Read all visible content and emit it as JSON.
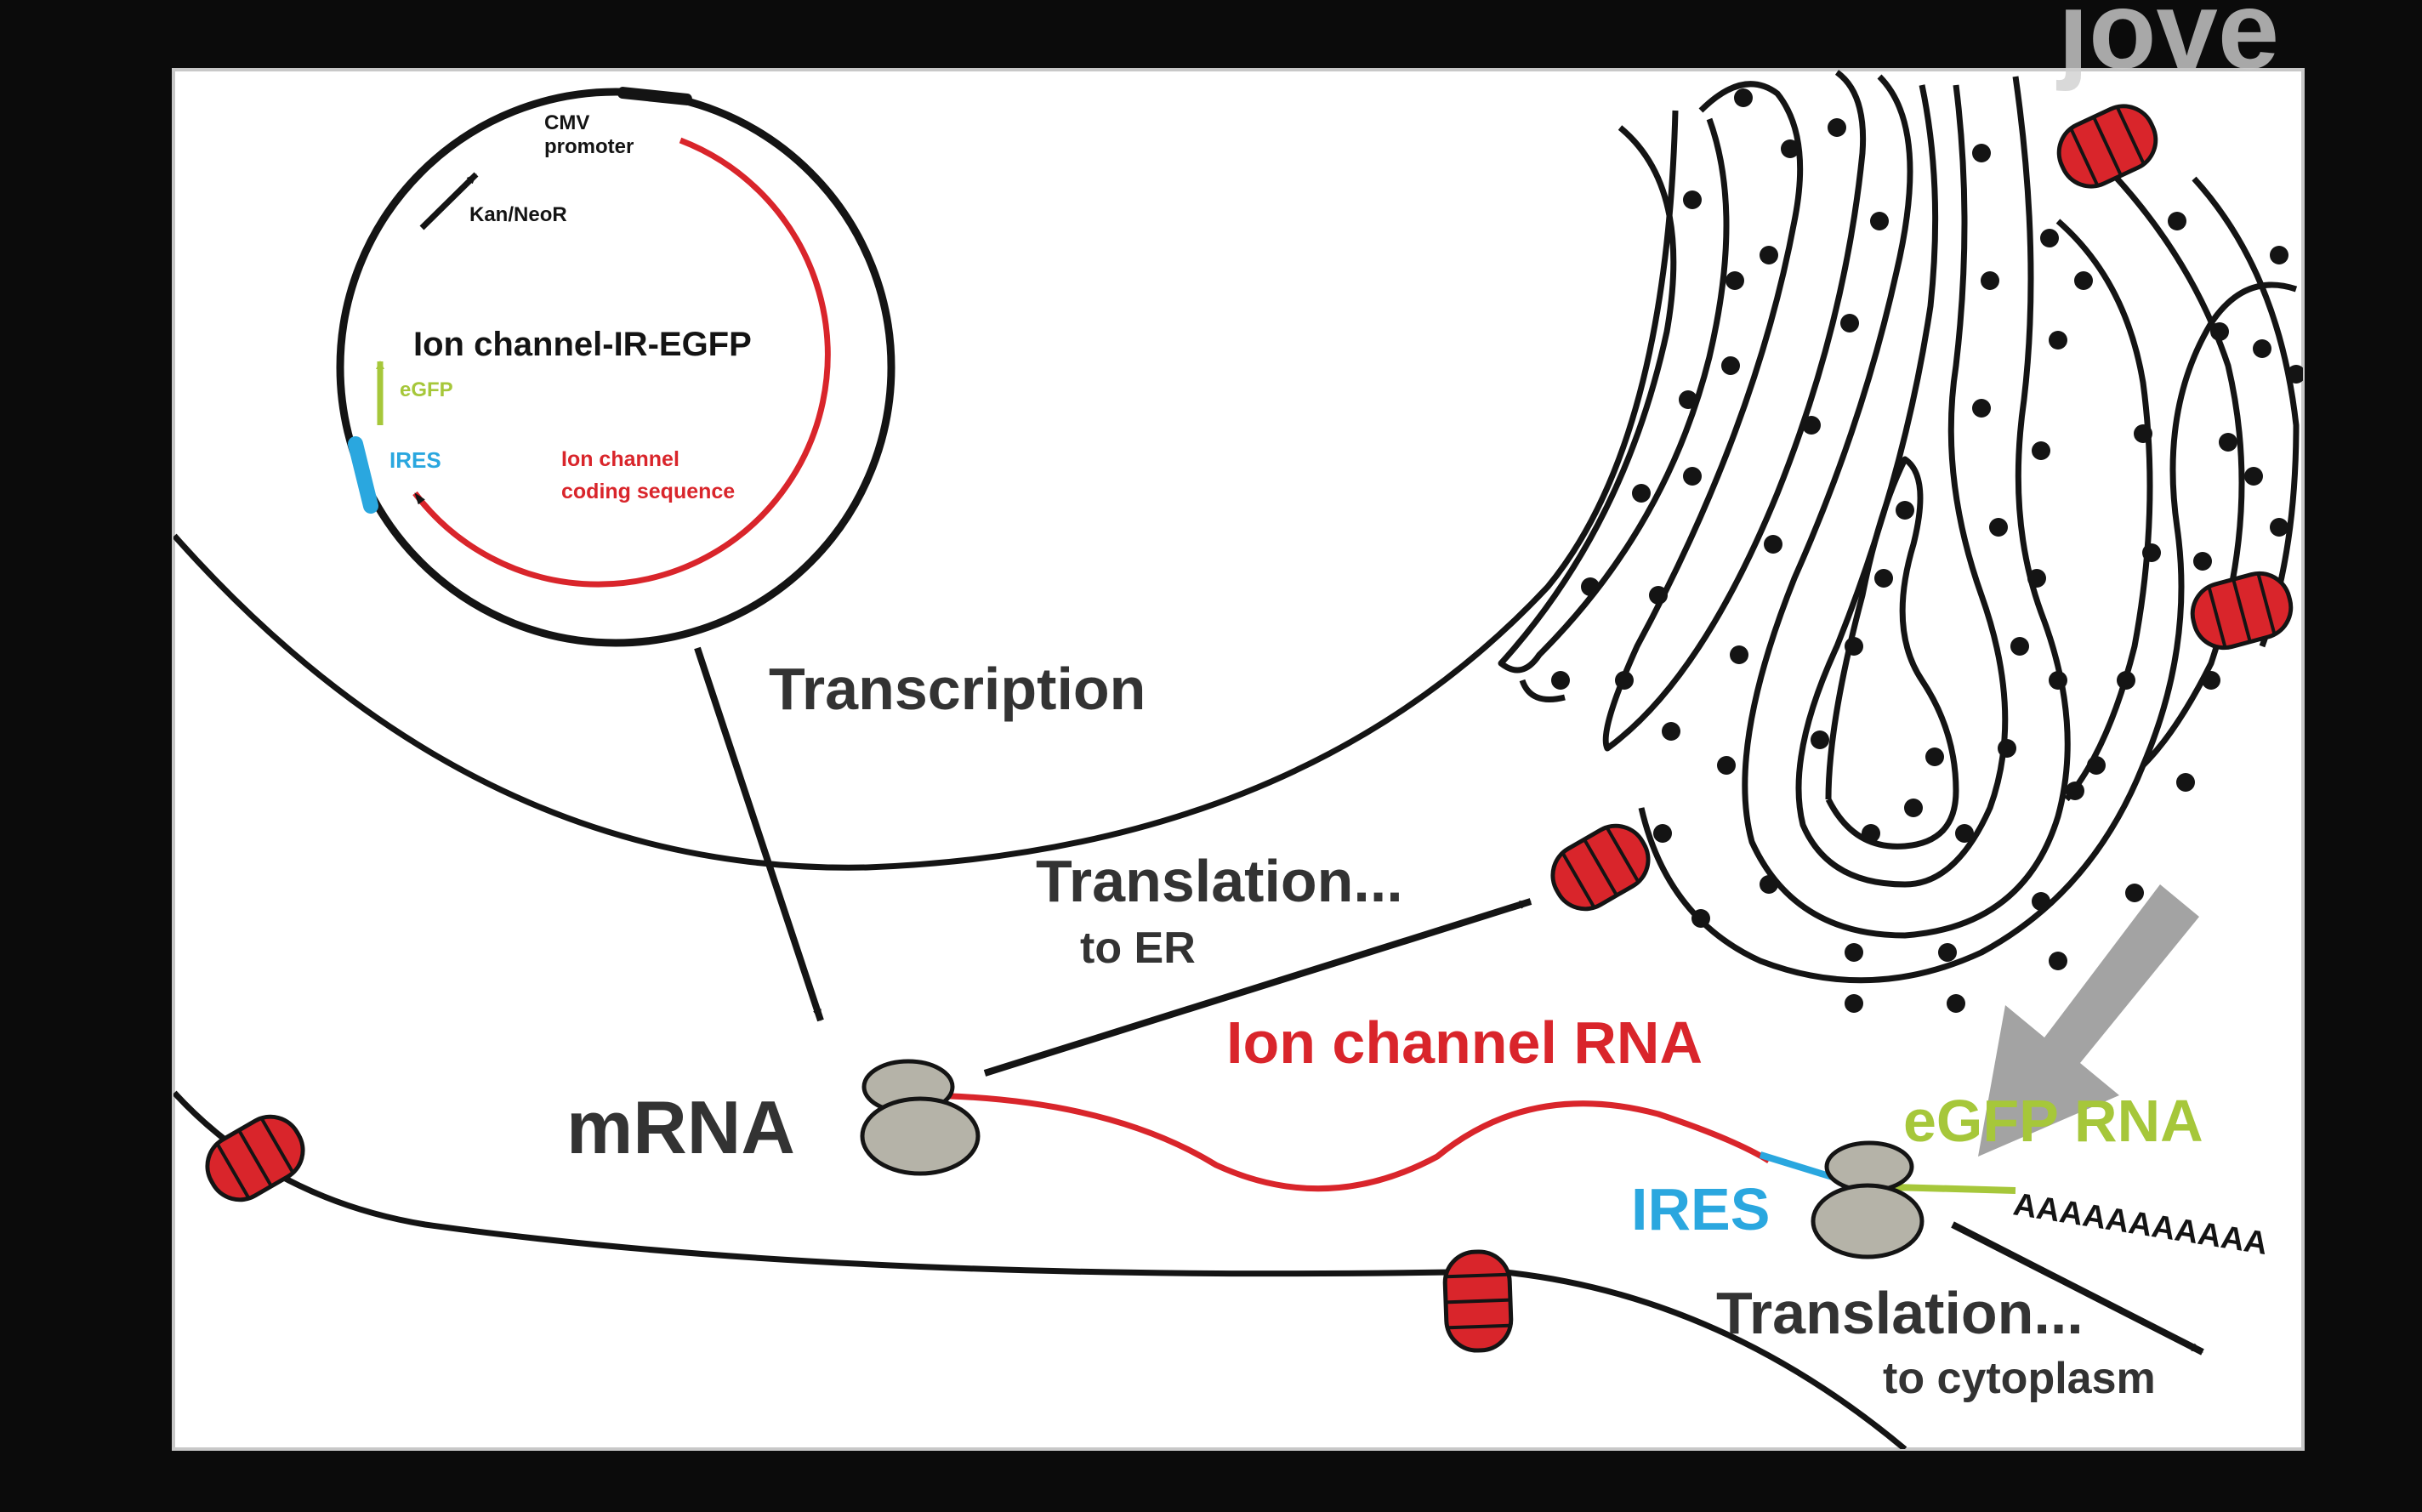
{
  "colors": {
    "background": "#0b0b0b",
    "panel": "#ffffff",
    "outline": "#141414",
    "red": "#d9252b",
    "blue": "#2aa7df",
    "green": "#a6c73a",
    "ribosome": "#b5b3a8",
    "arrow_gray": "#9e9e9e",
    "watermark": "#d0d0d0"
  },
  "watermark": "jove",
  "plasmid": {
    "title": "Ion channel-IR-EGFP",
    "promoter_line1": "CMV",
    "promoter_line2": "promoter",
    "resistance": "Kan/NeoR",
    "egfp": "eGFP",
    "ires": "IRES",
    "coding_line1": "Ion channel",
    "coding_line2": "coding sequence"
  },
  "labels": {
    "transcription": "Transcription",
    "translation_er_line1": "Translation...",
    "translation_er_line2": "to ER",
    "mrna": "mRNA",
    "ion_channel_rna": "Ion channel RNA",
    "egfp_rna": "eGFP RNA",
    "ires": "IRES",
    "poly_a": "AAAAAAAAAAA",
    "translation_cyto_line1": "Translation...",
    "translation_cyto_line2": "to cytoplasm"
  },
  "icons": {
    "channel": "ion-channel-icon",
    "ribosome": "ribosome-icon",
    "highlight_arrow": "gray-arrow-icon"
  }
}
